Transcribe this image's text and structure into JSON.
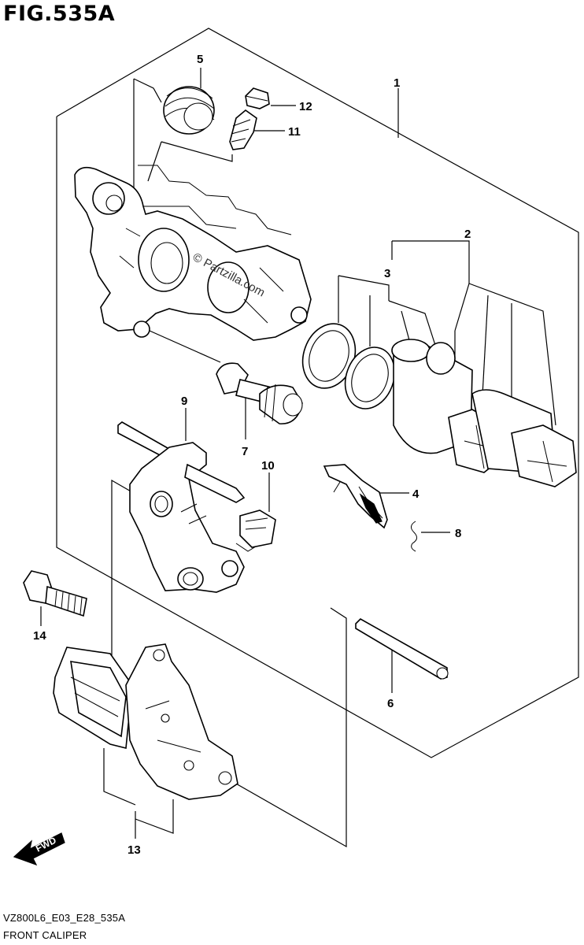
{
  "header": {
    "title": "FIG.535A"
  },
  "watermark": "© Partzilla.com",
  "footer": {
    "code": "VZ800L6_E03_E28_535A",
    "caption": "FRONT CALIPER"
  },
  "fwd_label": "FWD",
  "callouts": {
    "c1": "1",
    "c2": "2",
    "c3": "3",
    "c4": "4",
    "c5": "5",
    "c6": "6",
    "c7": "7",
    "c8": "8",
    "c9": "9",
    "c10": "10",
    "c11": "11",
    "c12": "12",
    "c13": "13",
    "c14": "14"
  }
}
